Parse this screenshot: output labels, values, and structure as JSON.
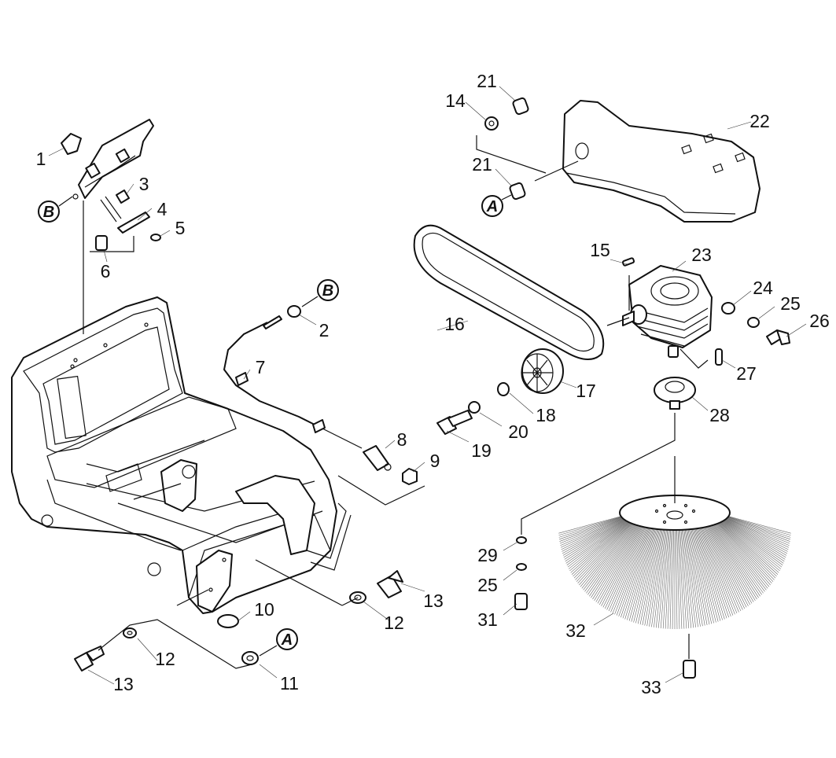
{
  "callouts": [
    {
      "id": "c1",
      "text": "1"
    },
    {
      "id": "c2",
      "text": "2"
    },
    {
      "id": "c3",
      "text": "3"
    },
    {
      "id": "c4",
      "text": "4"
    },
    {
      "id": "c5",
      "text": "5"
    },
    {
      "id": "c6",
      "text": "6"
    },
    {
      "id": "c7",
      "text": "7"
    },
    {
      "id": "c8",
      "text": "8"
    },
    {
      "id": "c9",
      "text": "9"
    },
    {
      "id": "c10",
      "text": "10"
    },
    {
      "id": "c11",
      "text": "11"
    },
    {
      "id": "c12a",
      "text": "12"
    },
    {
      "id": "c12b",
      "text": "12"
    },
    {
      "id": "c13a",
      "text": "13"
    },
    {
      "id": "c13b",
      "text": "13"
    },
    {
      "id": "c14",
      "text": "14"
    },
    {
      "id": "c15",
      "text": "15"
    },
    {
      "id": "c16",
      "text": "16"
    },
    {
      "id": "c17",
      "text": "17"
    },
    {
      "id": "c18",
      "text": "18"
    },
    {
      "id": "c19",
      "text": "19"
    },
    {
      "id": "c20",
      "text": "20"
    },
    {
      "id": "c21a",
      "text": "21"
    },
    {
      "id": "c21b",
      "text": "21"
    },
    {
      "id": "c22",
      "text": "22"
    },
    {
      "id": "c23",
      "text": "23"
    },
    {
      "id": "c24",
      "text": "24"
    },
    {
      "id": "c25a",
      "text": "25"
    },
    {
      "id": "c25b",
      "text": "25"
    },
    {
      "id": "c26",
      "text": "26"
    },
    {
      "id": "c27",
      "text": "27"
    },
    {
      "id": "c28",
      "text": "28"
    },
    {
      "id": "c29",
      "text": "29"
    },
    {
      "id": "c31",
      "text": "31"
    },
    {
      "id": "c32",
      "text": "32"
    },
    {
      "id": "c33",
      "text": "33"
    }
  ],
  "references": [
    {
      "id": "refB1",
      "text": "B"
    },
    {
      "id": "refB2",
      "text": "B"
    },
    {
      "id": "refA1",
      "text": "A"
    },
    {
      "id": "refA2",
      "text": "A"
    }
  ]
}
